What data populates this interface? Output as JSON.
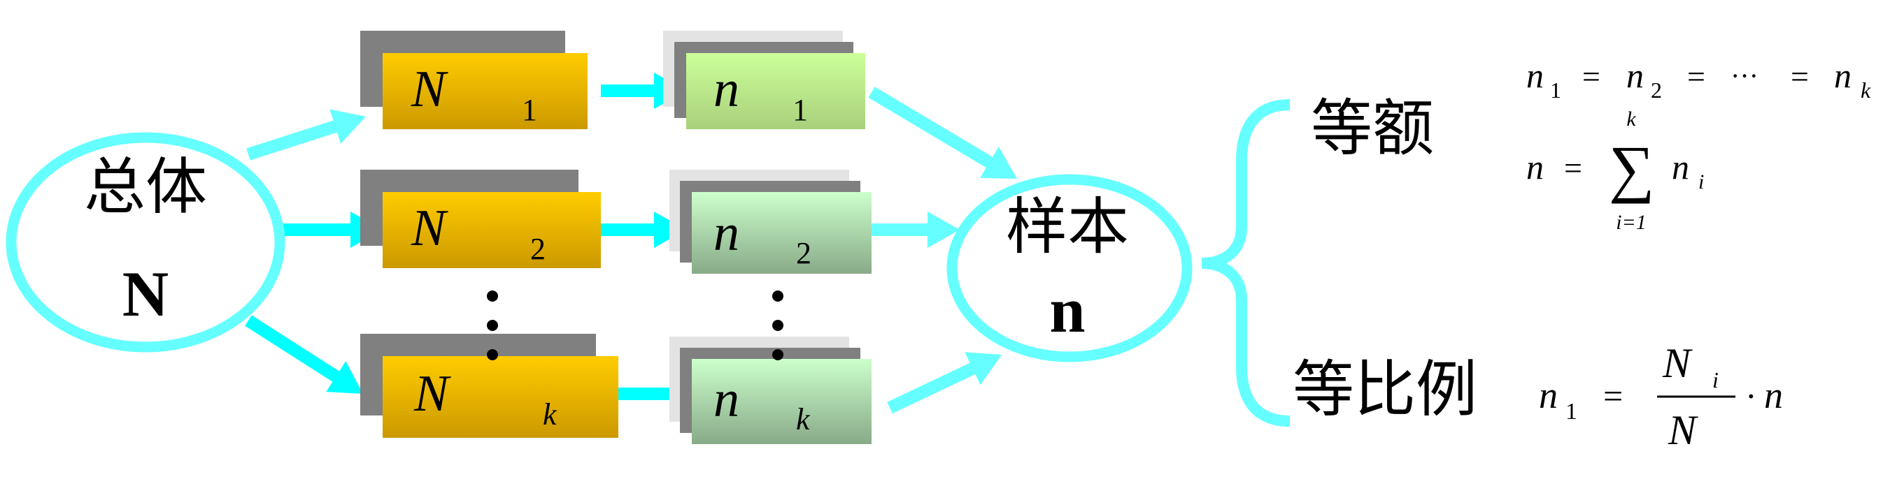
{
  "population": {
    "label": "总体",
    "symbol": "N"
  },
  "sample": {
    "label": "样本",
    "symbol": "n"
  },
  "strata": [
    {
      "big": "N",
      "big_sub": "1",
      "small": "n",
      "small_sub": "1"
    },
    {
      "big": "N",
      "big_sub": "2",
      "small": "n",
      "small_sub": "2"
    },
    {
      "big": "N",
      "big_sub": "k",
      "small": "n",
      "small_sub": "k"
    }
  ],
  "methods": {
    "equal": {
      "label": "等额",
      "formula1": {
        "n1": "n",
        "s1": "1",
        "eq": "=",
        "n2": "n",
        "s2": "2",
        "dots": "···",
        "nk": "n",
        "sk": "k"
      },
      "formula2": {
        "lhs": "n",
        "eq": "=",
        "sigma": "∑",
        "upper": "k",
        "lower": "i=1",
        "term": "n",
        "term_sub": "i"
      }
    },
    "proportional": {
      "label": "等比例",
      "formula": {
        "lhs": "n",
        "lhs_sub": "1",
        "eq": "=",
        "num": "N",
        "num_sub": "i",
        "den": "N",
        "dot": "·",
        "rhs": "n"
      }
    }
  },
  "colors": {
    "arrow": "#00FFFF",
    "ellipse": "#66FFFF",
    "yellow_top": "#FFCC00",
    "yellow_bottom": "#CC9900",
    "shadow": "#808080",
    "shadow_light": "#E3E3E3"
  }
}
